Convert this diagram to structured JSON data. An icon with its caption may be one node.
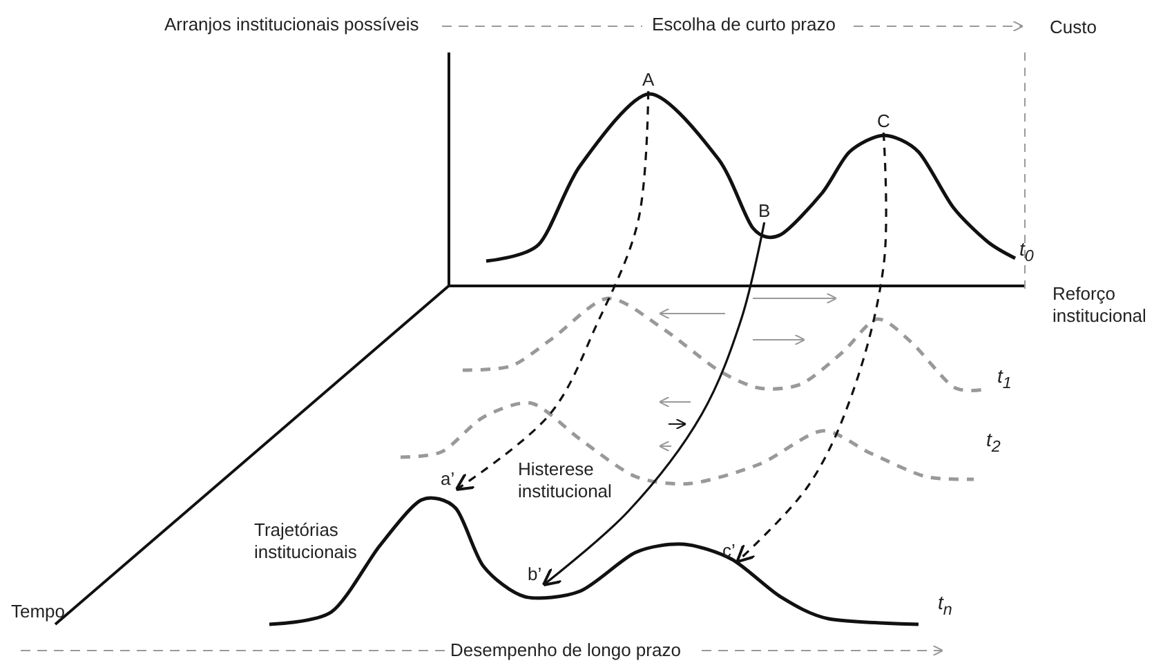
{
  "diagram": {
    "nodes": [
      {
        "text": [
          "A"
        ]
      },
      {
        "text": [
          "B"
        ]
      },
      {
        "text": [
          "C"
        ]
      },
      {
        "text": [
          "a’"
        ]
      },
      {
        "text": [
          "b’"
        ]
      },
      {
        "text": [
          "c’"
        ]
      }
    ],
    "edges": [
      {
        "from": 0,
        "to": 3,
        "arrow": "to",
        "style": "dashed"
      },
      {
        "from": 1,
        "to": 4,
        "arrow": "to"
      },
      {
        "from": 2,
        "to": 5,
        "arrow": "to",
        "style": "dashed"
      }
    ],
    "labels": [
      "Arranjos institucionais possíveis",
      "Escolha de curto prazo",
      "Custo",
      "t$_{0}$",
      "Reforço institucional",
      "t$_{1}$",
      "t$_{2}$",
      "Histerese institucional",
      "Trajetórias institucionais",
      "Tempo",
      "t$_{n}$",
      "Desempenho de longo prazo"
    ]
  }
}
